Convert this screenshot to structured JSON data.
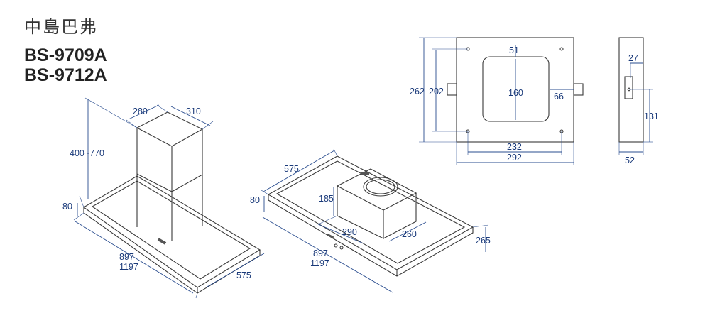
{
  "header": {
    "title": "中島巴弗",
    "models": [
      "BS-9709A",
      "BS-9712A"
    ]
  },
  "colors": {
    "dimension": "#1a3a7a",
    "outline": "#3a3a3a"
  },
  "hood_view": {
    "chimney_depth": "280",
    "chimney_width": "310",
    "chimney_height": "400~770",
    "body_height": "80",
    "width_short": "897",
    "width_long": "1197",
    "depth": "575"
  },
  "body_view": {
    "depth": "575",
    "body_height": "80",
    "motor_height": "185",
    "motor_width": "290",
    "motor_depth": "260",
    "total_height": "265",
    "width_short": "897",
    "width_long": "1197"
  },
  "top_view": {
    "hole_offset": "51",
    "outlet_size": "160",
    "side_offset": "66",
    "hole_spacing_v": "202",
    "plate_height": "262",
    "hole_spacing_h": "232",
    "plate_width": "292"
  },
  "side_view": {
    "offset_top": "27",
    "height": "131",
    "width": "52"
  }
}
